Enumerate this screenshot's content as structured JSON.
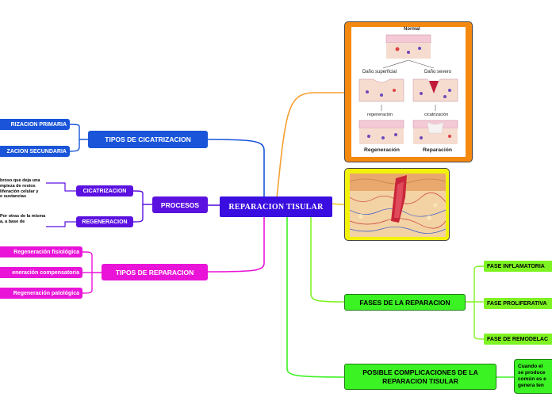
{
  "root": {
    "label": "REPARACION TISULAR"
  },
  "tipos_cicatrizacion": {
    "label": "TIPOS DE CICATRIZACION",
    "children": [
      "RIZACION PRIMARIA",
      "ZACION SECUNDARIA"
    ]
  },
  "procesos": {
    "label": "PROCESOS",
    "cicatrizacion": {
      "label": "CICATRIZACION",
      "note": [
        "broso que deja una",
        "mpieza de restos",
        "liferación celular y",
        "e sustancias"
      ]
    },
    "regeneracion": {
      "label": "REGENERACION",
      "note": [
        "Por otras de la misma",
        "a, a base de"
      ]
    }
  },
  "tipos_reparacion": {
    "label": "TIPOS DE REPARACION",
    "children": [
      "Regeneración fisiológica",
      "eneración compensatoria",
      "Regeneración patológica"
    ]
  },
  "fases": {
    "label": "FASES DE LA REPARACION",
    "children": [
      "FASE INFLAMATORIA",
      "FASE PROLIFERATIVA",
      "FASE DE REMODELAC"
    ]
  },
  "complicaciones": {
    "label_lines": [
      "POSIBLE COMPLICACIONES DE LA",
      "REPARACION TISULAR"
    ],
    "note": [
      "Cuando el",
      "se produce",
      "común es e",
      "genera ten"
    ]
  },
  "illustration": {
    "normal": "Normal",
    "dano_superficial": "Daño superficial",
    "dano_severo": "Daño severo",
    "regeneracion_small": "regeneración",
    "cicatrizacion_small": "cicatrización",
    "regeneracion_caption": "Regeneración",
    "reparacion_caption": "Reparación"
  },
  "colors": {
    "root": "#3a0ee0",
    "blue": "#1a55d9",
    "purple": "#5b12e0",
    "magenta": "#e914d8",
    "green": "#3bf222",
    "lime": "#7ef322",
    "orange_line": "#f5a032",
    "yellow_line": "#e8cc1a"
  }
}
